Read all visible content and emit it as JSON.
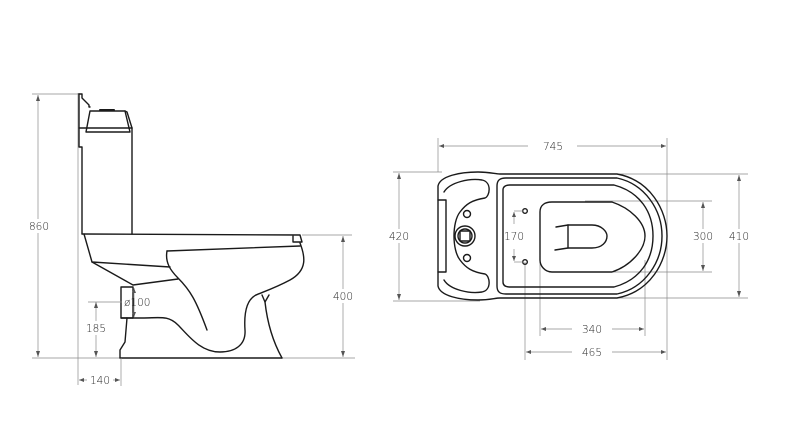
{
  "diagram": {
    "type": "technical-drawing",
    "subject": "close-coupled toilet",
    "line_color": "#1a1a1a",
    "dimension_color": "#8a8a8a",
    "background": "#ffffff"
  },
  "side_view": {
    "dimensions": {
      "total_height": "860",
      "seat_height": "400",
      "outlet_height": "185",
      "outlet_diameter": "ø100",
      "wall_to_outlet": "140"
    }
  },
  "top_view": {
    "dimensions": {
      "total_length": "745",
      "tank_width": "420",
      "bowl_width": "410",
      "seat_opening_width": "300",
      "hinge_spacing": "170",
      "bowl_inner_length": "340",
      "hinge_to_front": "465"
    }
  }
}
